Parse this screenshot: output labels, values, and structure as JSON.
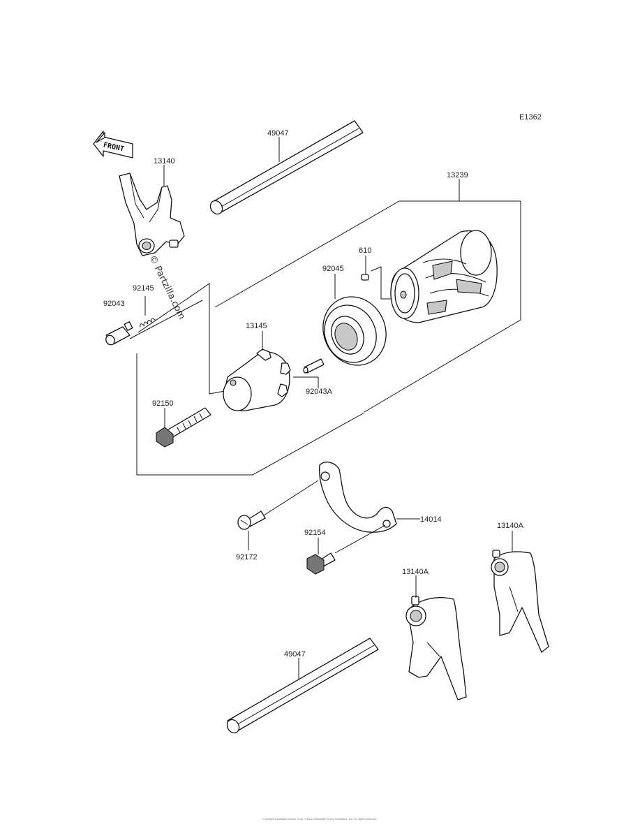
{
  "diagram_code": "E1362",
  "front_label": "FRONT",
  "watermark": "© Partzilla.com",
  "parts": {
    "shaft_upper": "49047",
    "fork_13140": "13140",
    "pin_92043": "92043",
    "spring_92145": "92145",
    "drum_assy": "13239",
    "pin_610": "610",
    "bearing": "92045",
    "holder": "13145",
    "pin_92043a": "92043A",
    "bolt_92150": "92150",
    "plate": "14014",
    "screw_92172": "92172",
    "bolt_92154": "92154",
    "fork_a_right": "13140A",
    "fork_a_left": "13140A",
    "shaft_lower": "49047"
  },
  "copyright": "Copyright Kawasaki Motors Corp. USA & Kawasaki Heavy Industries, Ltd. All rights reserved."
}
